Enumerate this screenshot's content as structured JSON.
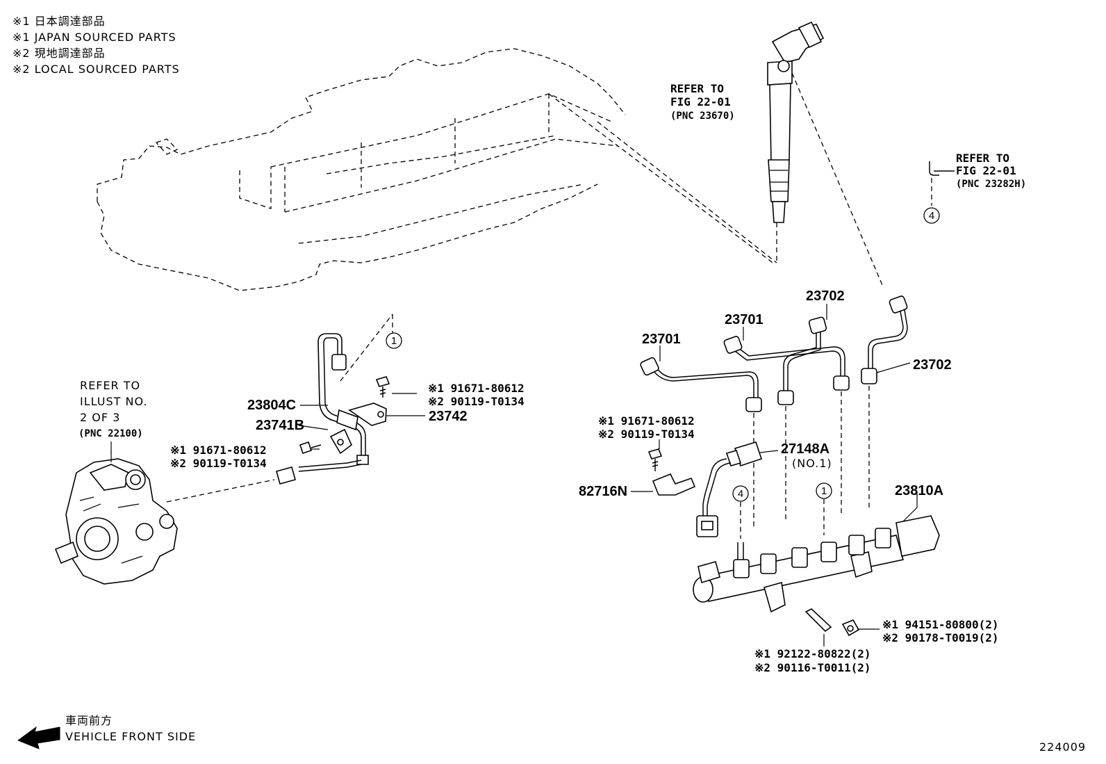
{
  "notes": [
    "※1 日本調達部品",
    "※1 JAPAN SOURCED PARTS",
    "※2 現地調達部品",
    "※2 LOCAL SOURCED PARTS"
  ],
  "refs": {
    "injector": [
      "REFER TO",
      "FIG 22-01",
      "(PNC 23670)"
    ],
    "bracket": [
      "REFER TO",
      "FIG 22-01",
      "(PNC 23282H)"
    ],
    "pump": [
      "REFER TO",
      "ILLUST NO.",
      "2 OF 3",
      "(PNC 22100)"
    ]
  },
  "parts": {
    "p23701a": "23701",
    "p23701b": "23701",
    "p23702a": "23702",
    "p23702b": "23702",
    "p23804c": "23804C",
    "p23741b": "23741B",
    "p23742": "23742",
    "p27148a": "27148A",
    "p27148a_sub": "(NO.1)",
    "p82716n": "82716N",
    "p23810a": "23810A"
  },
  "bolts": {
    "pump_bolt": [
      "※1 91671-80612",
      "※2 90119-T0134"
    ],
    "clamp_bolt": [
      "※1 91671-80612",
      "※2 90119-T0134"
    ],
    "sensor_bolt": [
      "※1 91671-80612",
      "※2 90119-T0134"
    ],
    "nut": [
      "※1 94151-80800(2)",
      "※2 90178-T0019(2)"
    ],
    "stud": [
      "※1 92122-80822(2)",
      "※2 90116-T0011(2)"
    ]
  },
  "callouts": {
    "c1_top": "1",
    "c1_rail": "1",
    "c4_top": "4",
    "c4_rail": "4"
  },
  "direction": {
    "jp": "車両前方",
    "en": "VEHICLE FRONT SIDE"
  },
  "figure_id": "224009"
}
